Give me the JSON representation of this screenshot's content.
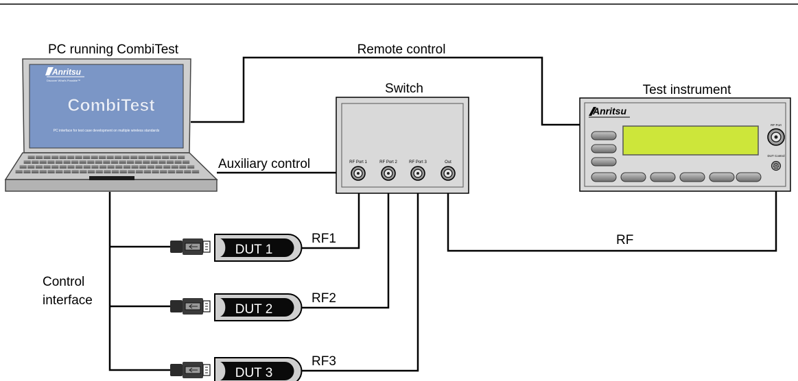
{
  "labels": {
    "pc": "PC running CombiTest",
    "remote": "Remote control",
    "switch": "Switch",
    "instrument": "Test instrument",
    "auxiliary": "Auxiliary control",
    "control_line1": "Control",
    "control_line2": "interface",
    "rf": "RF",
    "rf1": "RF1",
    "rf2": "RF2",
    "rf3": "RF3"
  },
  "laptop_screen": {
    "brand": "Anritsu",
    "tagline": "Discover What's Possible™",
    "product": "CombiTest",
    "subtitle": "PC interface for test case development on multiple wireless standards"
  },
  "switch_ports": [
    "RF Port 1",
    "RF Port 2",
    "RF Port 3",
    "Out"
  ],
  "instrument": {
    "brand": "Anritsu",
    "rf_port_label": "RF Port",
    "dut_label": "DUT Control"
  },
  "duts": [
    "DUT 1",
    "DUT 2",
    "DUT 3"
  ],
  "colors": {
    "screen_blue": "#7b96c6",
    "display_green": "#cde63a",
    "panel_gray": "#d9d9d9",
    "line": "#000000"
  }
}
